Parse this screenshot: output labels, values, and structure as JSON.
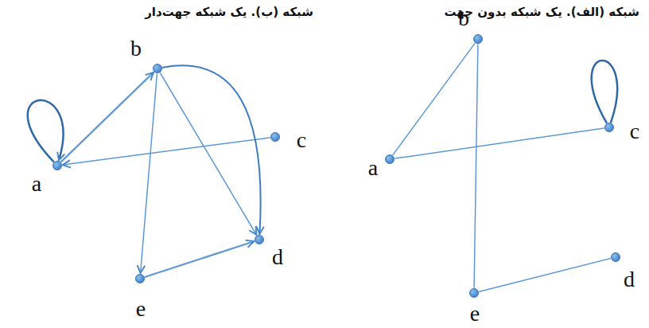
{
  "diagram": {
    "nodes": [
      {
        "text": [
          "a"
        ]
      },
      {
        "text": [
          "b"
        ]
      },
      {
        "text": [
          "c"
        ]
      },
      {
        "text": [
          "d"
        ]
      },
      {
        "text": [
          "e"
        ]
      },
      {
        "text": [
          "a"
        ]
      },
      {
        "text": [
          "b"
        ]
      },
      {
        "text": [
          "c"
        ]
      },
      {
        "text": [
          "d"
        ]
      },
      {
        "text": [
          "e"
        ]
      }
    ],
    "edges": [
      {
        "from": 0,
        "to": 1,
        "arrow": "none"
      },
      {
        "from": 0,
        "to": 2,
        "arrow": "none"
      },
      {
        "from": 1,
        "to": 4,
        "arrow": "none"
      },
      {
        "from": 4,
        "to": 3,
        "arrow": "none"
      },
      {
        "from": 2,
        "to": 2,
        "arrow": "none"
      },
      {
        "from": 5,
        "to": 5,
        "arrow": "to"
      },
      {
        "from": 5,
        "to": 6,
        "arrow": "to"
      },
      {
        "from": 7,
        "to": 5,
        "arrow": "to"
      },
      {
        "from": 6,
        "to": 9,
        "arrow": "to"
      },
      {
        "from": 6,
        "to": 8,
        "arrow": "to"
      },
      {
        "from": 6,
        "to": 8,
        "arrow": "to"
      },
      {
        "from": 9,
        "to": 8,
        "arrow": "to"
      }
    ],
    "labels": [
      "شبکه (الف). یک شبکه بدون جهت",
      "شبکه (ب). یک شبکه جهت‌دار"
    ]
  }
}
